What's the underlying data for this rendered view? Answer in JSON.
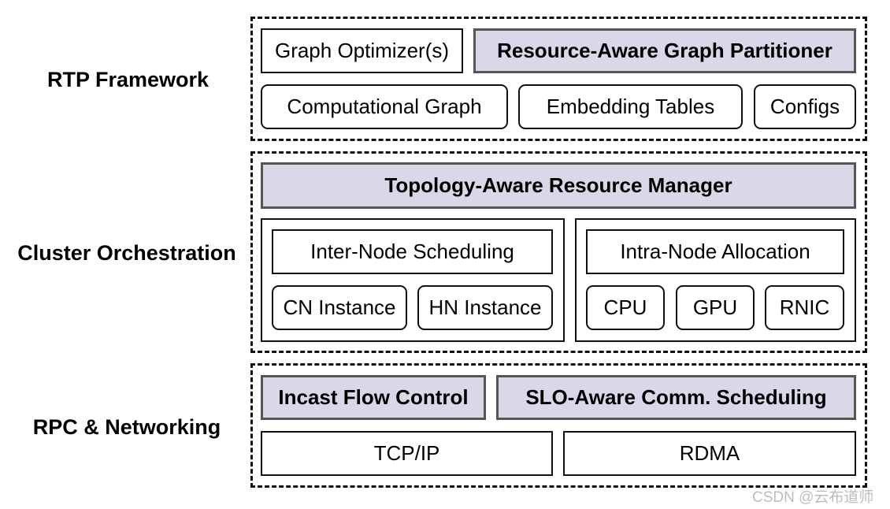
{
  "layers": {
    "rtp": {
      "label": "RTP Framework",
      "graph_optimizers": "Graph Optimizer(s)",
      "graph_partitioner": "Resource-Aware Graph Partitioner",
      "computational_graph": "Computational Graph",
      "embedding_tables": "Embedding Tables",
      "configs": "Configs"
    },
    "cluster": {
      "label": "Cluster Orchestration",
      "resource_manager": "Topology-Aware Resource Manager",
      "inter_node": {
        "title": "Inter-Node Scheduling",
        "items": [
          "CN Instance",
          "HN Instance"
        ]
      },
      "intra_node": {
        "title": "Intra-Node Allocation",
        "items": [
          "CPU",
          "GPU",
          "RNIC"
        ]
      }
    },
    "rpc": {
      "label": "RPC & Networking",
      "incast": "Incast Flow Control",
      "slo": "SLO-Aware Comm. Scheduling",
      "tcp": "TCP/IP",
      "rdma": "RDMA"
    }
  },
  "highlight_color": "#d8d8e8",
  "watermark": "CSDN @云布道师"
}
